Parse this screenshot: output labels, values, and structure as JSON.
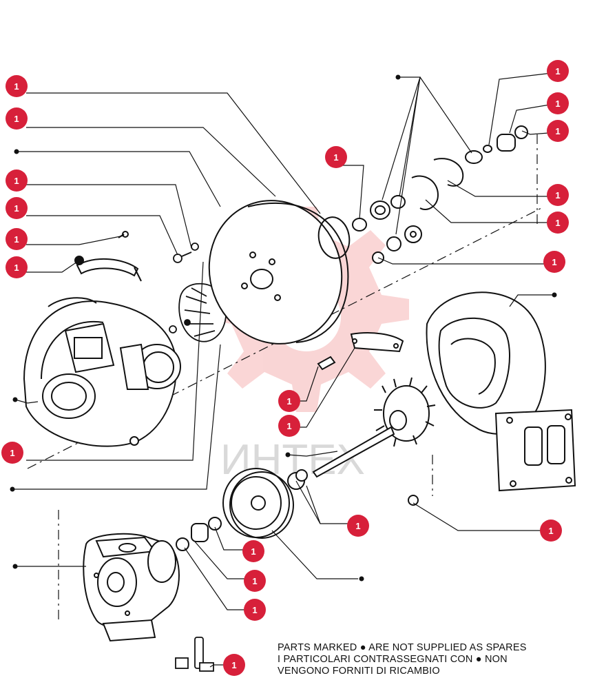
{
  "badge_label": "1",
  "watermark": {
    "text": "ИНТЕХ",
    "color": "#f2b8b8"
  },
  "colors": {
    "badge": "#d7203a",
    "line": "#111111"
  },
  "notes": {
    "line1": "PARTS MARKED ● ARE NOT SUPPLIED AS SPARES",
    "line2": "I PARTICOLARI CONTRASSEGNATI CON ● NON",
    "line3": "VENGONO FORNITI DI RICAMBIO"
  }
}
